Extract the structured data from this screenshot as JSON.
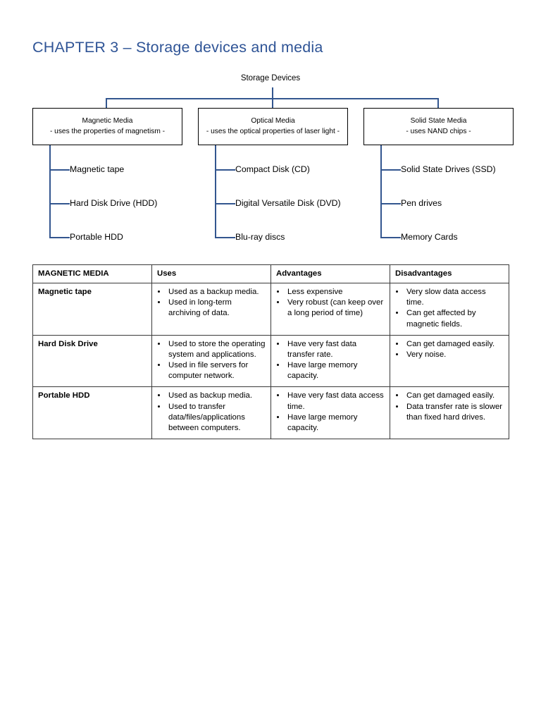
{
  "page": {
    "title": "CHAPTER 3 – Storage devices and media"
  },
  "diagram": {
    "root_label": "Storage Devices",
    "categories": [
      {
        "name": "Magnetic Media",
        "subtitle": "- uses the properties of magnetism -",
        "items": [
          "Magnetic tape",
          "Hard Disk Drive (HDD)",
          "Portable HDD"
        ]
      },
      {
        "name": "Optical Media",
        "subtitle": "- uses the optical properties of laser light -",
        "items": [
          "Compact Disk (CD)",
          "Digital Versatile Disk (DVD)",
          "Blu-ray discs"
        ]
      },
      {
        "name": "Solid State Media",
        "subtitle": "- uses NAND chips -",
        "items": [
          "Solid State Drives (SSD)",
          "Pen drives",
          "Memory Cards"
        ]
      }
    ],
    "line_color": "#33568f",
    "box_border_color": "#000000"
  },
  "table": {
    "headers": [
      "MAGNETIC MEDIA",
      "Uses",
      "Advantages",
      "Disadvantages"
    ],
    "rows": [
      {
        "name": "Magnetic tape",
        "uses": [
          "Used as a backup media.",
          "Used in long-term archiving of data."
        ],
        "advantages": [
          "Less expensive",
          "Very robust (can keep over a long period of time)"
        ],
        "disadvantages": [
          "Very slow data access time.",
          "Can get affected by magnetic fields."
        ]
      },
      {
        "name": "Hard Disk Drive",
        "uses": [
          "Used to store the operating system and applications.",
          "Used in file servers for computer network."
        ],
        "advantages": [
          "Have very fast data transfer rate.",
          "Have large memory capacity."
        ],
        "disadvantages": [
          "Can get damaged easily.",
          "Very noise."
        ]
      },
      {
        "name": "Portable HDD",
        "uses": [
          "Used as backup media.",
          "Used to transfer data/files/applications between computers."
        ],
        "advantages": [
          "Have very fast data access time.",
          "Have large memory capacity."
        ],
        "disadvantages": [
          "Can get damaged easily.",
          "Data transfer rate is slower than fixed hard drives."
        ]
      }
    ]
  }
}
